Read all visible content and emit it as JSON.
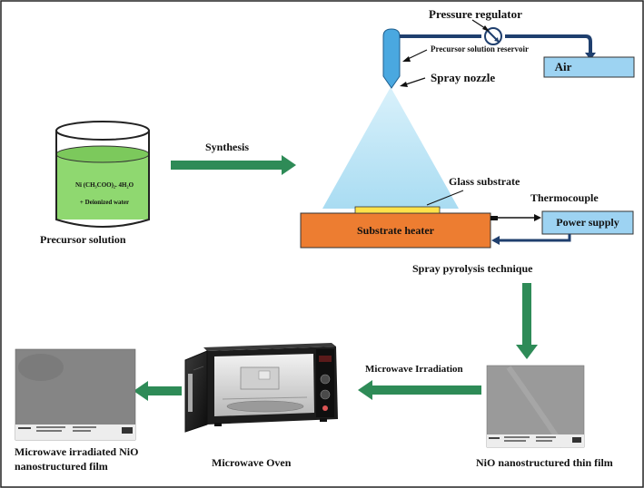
{
  "labels": {
    "pressure_regulator": "Pressure regulator",
    "reservoir": "Precursor solution reservoir",
    "air": "Air",
    "spray_nozzle": "Spray nozzle",
    "synthesis": "Synthesis",
    "glass_substrate": "Glass substrate",
    "thermocouple": "Thermocouple",
    "substrate_heater": "Substrate heater",
    "power_supply": "Power supply",
    "spray_pyrolysis": "Spray pyrolysis technique",
    "beaker_line1": "Ni (CH₃COO)₂. 4H₂O",
    "beaker_line2": "+ Deionized water",
    "precursor_solution": "Precursor solution",
    "microwave_irradiation": "Microwave Irradiation",
    "microwave_oven": "Microwave Oven",
    "nio_thin_film": "NiO nanostructured thin film",
    "irradiated_line1": "Microwave irradiated NiO",
    "irradiated_line2": "nanostructured film"
  },
  "colors": {
    "arrow_green": "#2e8b57",
    "solution_green": "#8fd870",
    "heater_orange": "#ed7d31",
    "glass_yellow": "#ffe24a",
    "box_blue": "#9dd3f2",
    "pipe_navy": "#1f3f6e",
    "spray_cyan": "#bfe6f7"
  }
}
